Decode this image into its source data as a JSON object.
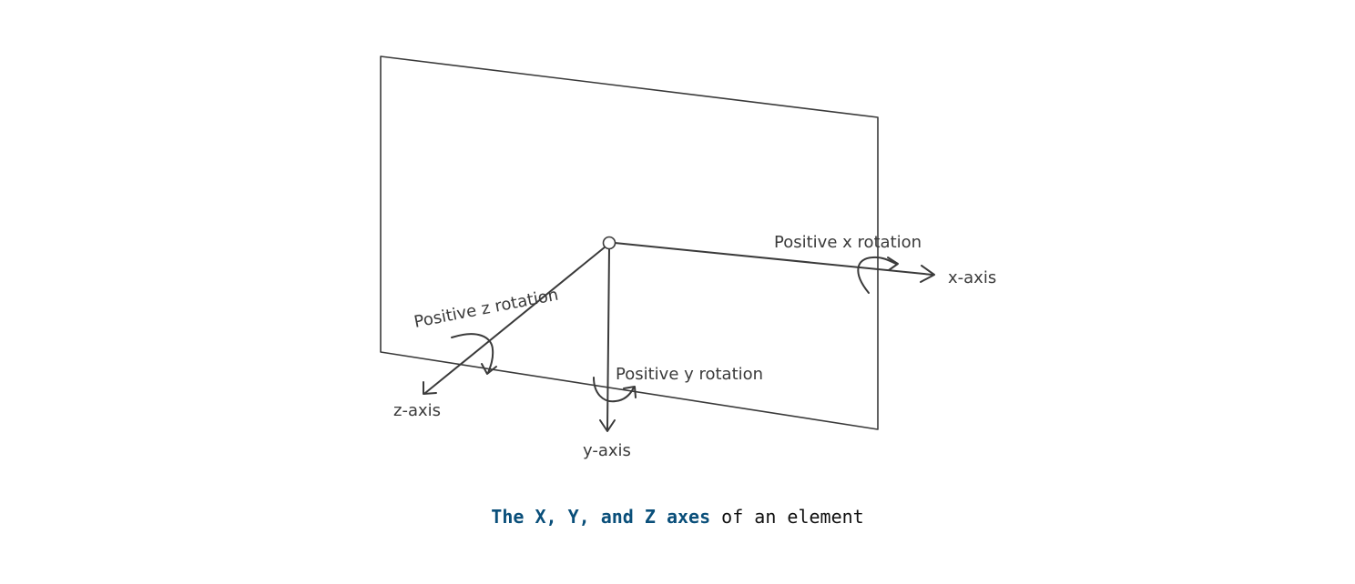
{
  "diagram": {
    "labels": {
      "x_rotation": "Positive x rotation",
      "x_axis": "x-axis",
      "z_rotation": "Positive z rotation",
      "z_axis": "z-axis",
      "y_rotation": "Positive y rotation",
      "y_axis": "y-axis"
    },
    "stroke_color": "#3a3a3a"
  },
  "caption": {
    "highlight": "The X, Y, and Z axes",
    "highlight_color": "#0a4f7a",
    "rest": " of an element"
  }
}
